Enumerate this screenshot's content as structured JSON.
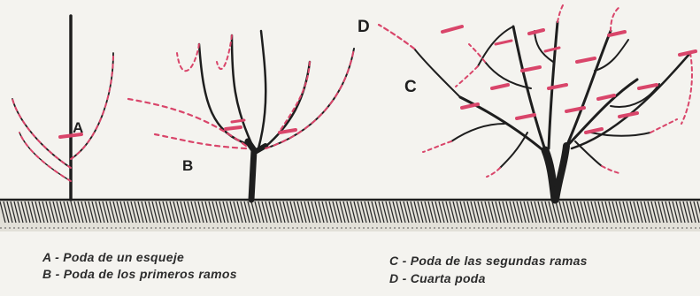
{
  "diagram": {
    "markers": {
      "a": "A",
      "b": "B",
      "c": "C",
      "d": "D"
    },
    "legend": {
      "a": "A - Poda de un esqueje",
      "b": "B - Poda de los primeros ramos",
      "c": "C - Poda de las segundas ramas",
      "d": "D - Cuarta poda"
    },
    "colors": {
      "background": "#f4f3ef",
      "ink": "#1e1e1e",
      "cut_marks": "#d9456a",
      "ground_hatch": "#2a2a2a"
    }
  }
}
